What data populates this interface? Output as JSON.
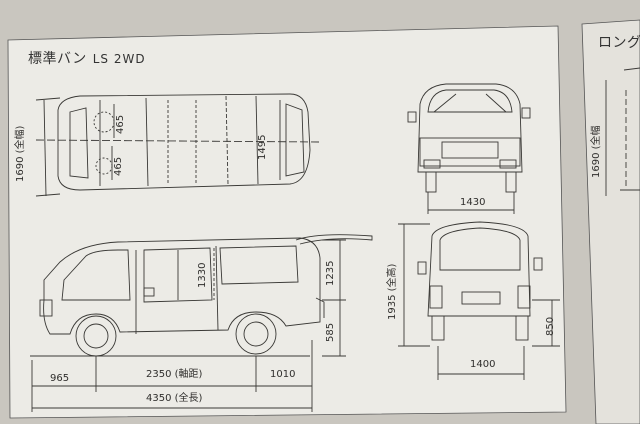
{
  "panel_title": "標準バン",
  "panel_subtitle": "LS 2WD",
  "next_panel_title": "ロング",
  "top_view": {
    "overall_width": "1690 (全幅)",
    "front_tread": "465",
    "rear_tread": "465",
    "cargo_width": "1495"
  },
  "side_view": {
    "window_height": "1330",
    "roof_height": "1235",
    "floor_height": "585",
    "front_overhang": "965",
    "wheelbase": "2350 (軸距)",
    "rear_overhang": "1010",
    "overall_length": "4350 (全長)"
  },
  "front_view": {
    "front_track": "1430"
  },
  "rear_view": {
    "overall_height": "1935 (全高)",
    "rear_height": "850",
    "rear_track": "1400"
  },
  "next_panel": {
    "overall_width": "1690 (全幅"
  },
  "colors": {
    "paper": "#eceae4",
    "background": "#c9c6bf",
    "ink": "#3a3936"
  }
}
